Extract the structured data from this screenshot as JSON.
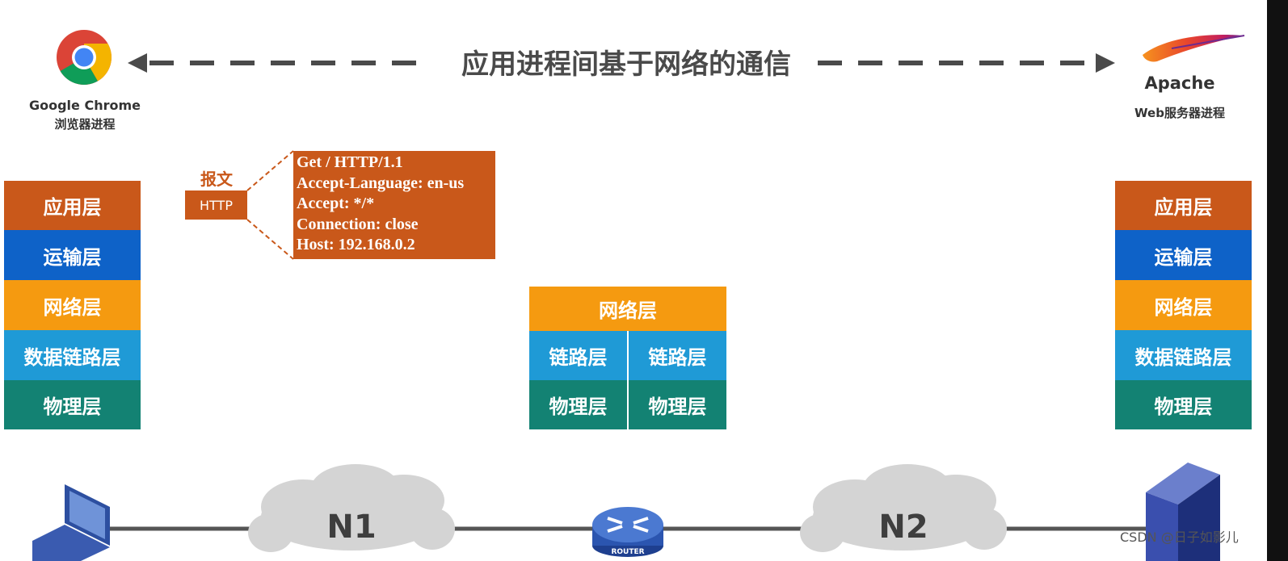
{
  "title": "应用进程间基于网络的通信",
  "client": {
    "name": "Google Chrome",
    "subtitle": "浏览器进程"
  },
  "server": {
    "name": "Apache",
    "subtitle": "Web服务器进程"
  },
  "left_stack": [
    "应用层",
    "运输层",
    "网络层",
    "数据链路层",
    "物理层"
  ],
  "right_stack": [
    "应用层",
    "运输层",
    "网络层",
    "数据链路层",
    "物理层"
  ],
  "router_stack": {
    "network": "网络层",
    "link_left": "链路层",
    "link_right": "链路层",
    "phys_left": "物理层",
    "phys_right": "物理层"
  },
  "message": {
    "label": "报文",
    "protocol": "HTTP",
    "lines": [
      "Get / HTTP/1.1",
      "Accept-Language: en-us",
      "Accept: */*",
      "Connection: close",
      "Host: 192.168.0.2"
    ]
  },
  "network": {
    "n1": "N1",
    "n2": "N2",
    "router_label": "ROUTER"
  },
  "watermark": "CSDN @日子如影儿",
  "colors": {
    "application": "#c9581a",
    "transport": "#0e62c8",
    "network": "#f59a10",
    "datalink": "#1f9ad6",
    "physical": "#138273"
  },
  "icons": [
    "chrome-icon",
    "apache-feather-icon",
    "laptop-icon",
    "router-icon",
    "server-icon",
    "cloud-icon"
  ]
}
